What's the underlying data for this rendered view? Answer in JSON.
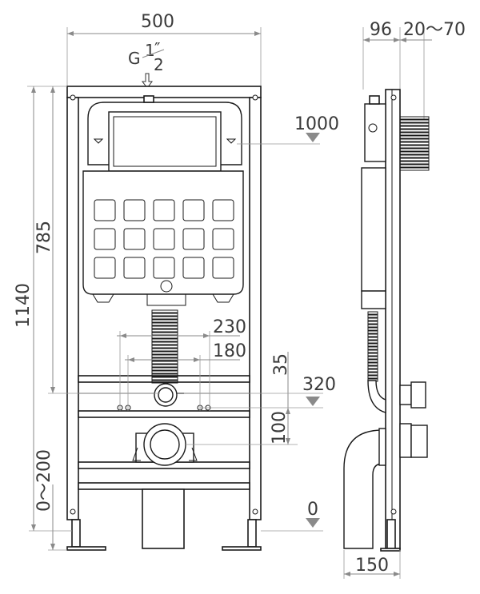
{
  "dimensions": {
    "width_front": "500",
    "pipe_thread": "G",
    "pipe_size_num": "1",
    "pipe_size_mark": "″",
    "pipe_size_den": "2",
    "level_1000": "1000",
    "height_785": "785",
    "height_1140": "1140",
    "width_230": "230",
    "width_180": "180",
    "height_35": "35",
    "level_320": "320",
    "height_100": "100",
    "range_0_200": "0～200",
    "level_0": "0",
    "depth_96": "96",
    "range_20_70": "20～70",
    "depth_150": "150"
  }
}
